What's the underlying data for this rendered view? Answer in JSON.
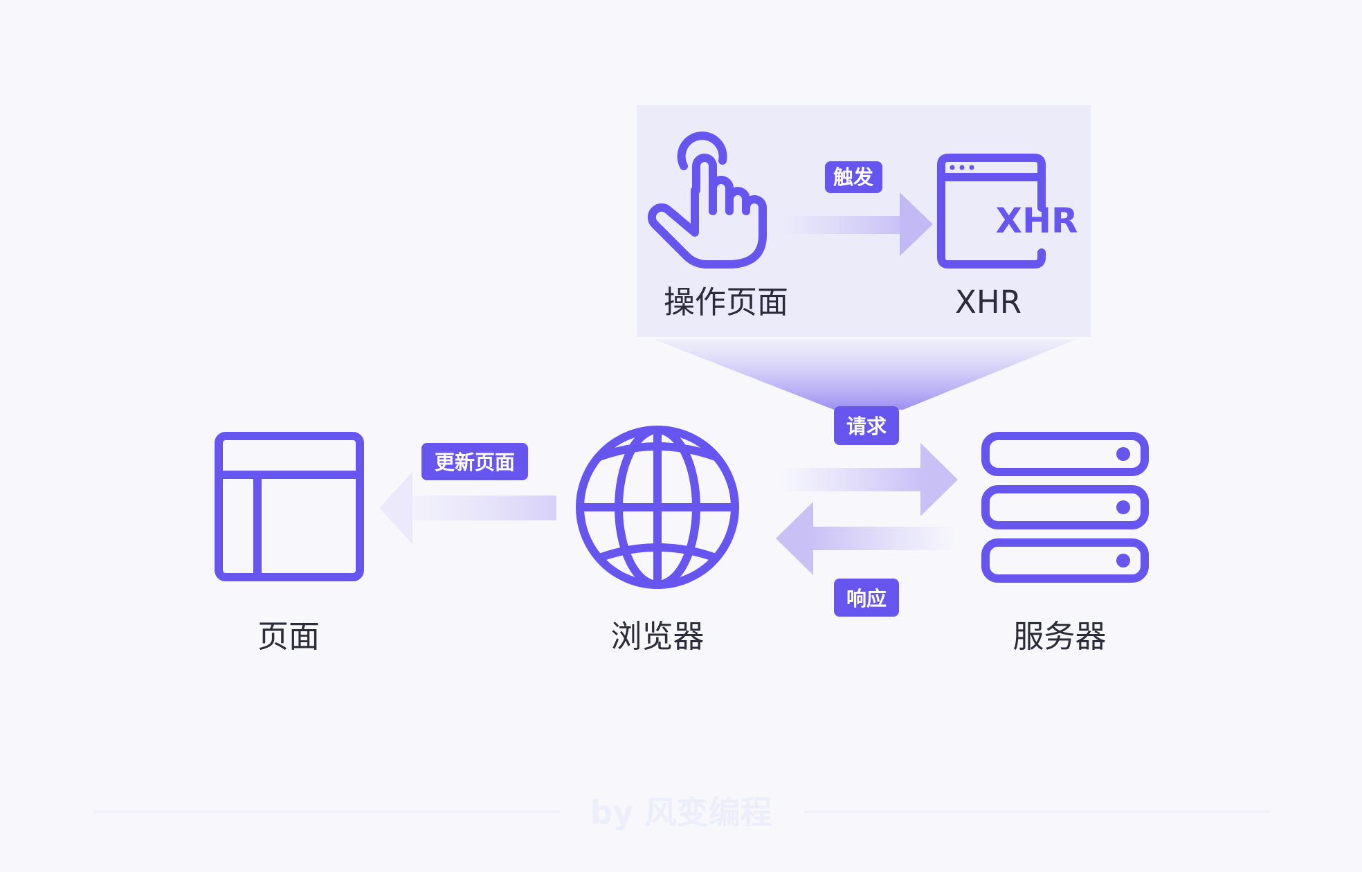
{
  "colors": {
    "accent": "#6655ee",
    "background": "#f7f7fc",
    "panel": "#ecebfa"
  },
  "top_panel": {
    "action_label": "操作页面",
    "trigger_badge": "触发",
    "xhr_label": "XHR",
    "xhr_icon_text": "XHR"
  },
  "nodes": {
    "page_label": "页面",
    "browser_label": "浏览器",
    "server_label": "服务器"
  },
  "edges": {
    "update_badge": "更新页面",
    "request_badge": "请求",
    "response_badge": "响应"
  },
  "watermark": "by 风变编程"
}
